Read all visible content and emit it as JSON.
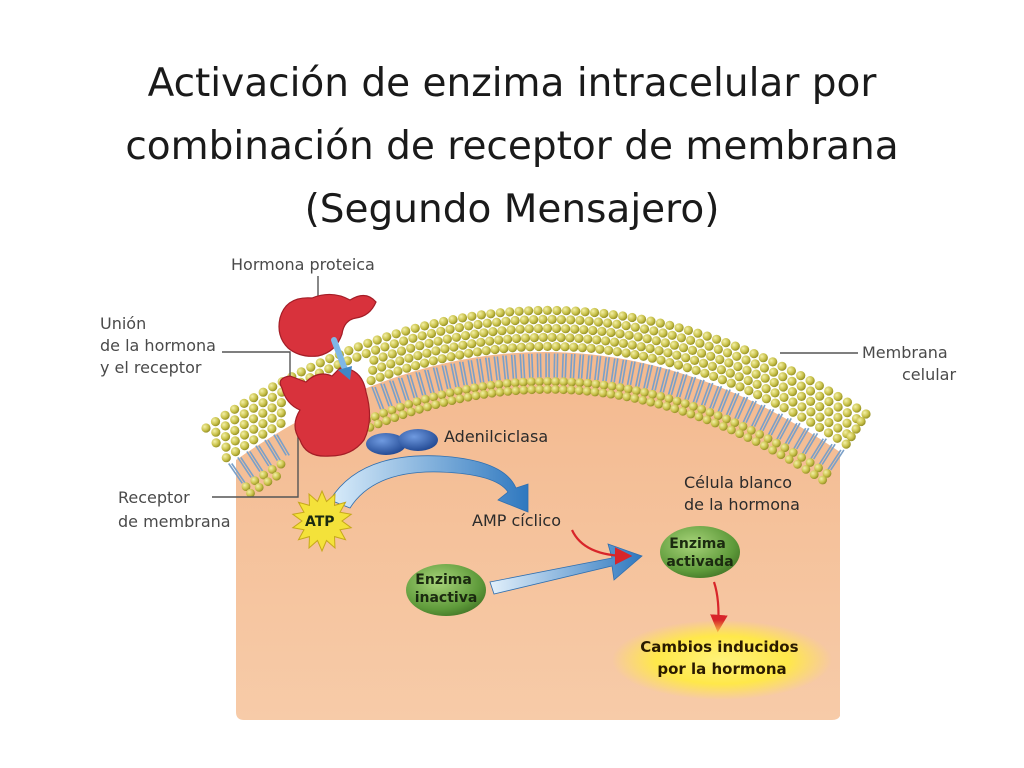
{
  "title": {
    "line1": "Activación de enzima intracelular por",
    "line2": "combinación de receptor de membrana",
    "line3": "(Segundo Mensajero)"
  },
  "labels": {
    "hormone": "Hormona proteica",
    "binding": [
      "Unión",
      "de la hormona",
      "y el receptor"
    ],
    "membrane": [
      "Membrana",
      "celular"
    ],
    "adenylyl": "Adenilciclasa",
    "target_cell": [
      "Célula blanco",
      "de la hormona"
    ],
    "receptor": [
      "Receptor",
      "de membrana"
    ],
    "atp": "ATP",
    "camp": "AMP cíclico",
    "active_enzyme": [
      "Enzima",
      "activada"
    ],
    "inactive_enzyme": [
      "Enzima",
      "inactiva"
    ],
    "changes": [
      "Cambios inducidos",
      "por la hormona"
    ]
  },
  "colors": {
    "cytoplasm": "#f6c49e",
    "membrane_heads": "#c9c24a",
    "membrane_tails": "#7ba0c8",
    "hormone": "#d8323c",
    "adenylyl": "#2c5aa8",
    "enzyme": "#5e9a3a",
    "arrow_blue": "#4a8ec9",
    "arrow_red": "#d8252a",
    "atp": "#f4e23a",
    "glow": "#ffe84a"
  }
}
